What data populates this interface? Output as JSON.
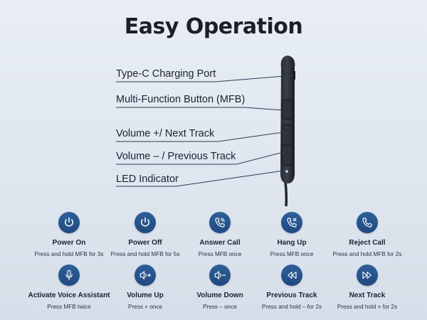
{
  "header": {
    "title": "Easy Operation"
  },
  "callouts": [
    {
      "label": "Type-C Charging Port"
    },
    {
      "label": "Multi-Function Button (MFB)"
    },
    {
      "label": "Volume +/ Next Track"
    },
    {
      "label": "Volume –  / Previous Track"
    },
    {
      "label": "LED Indicator"
    }
  ],
  "accent_color": "#24548c",
  "operations": [
    {
      "name": "Power On",
      "desc": "Press and hold MFB for 3s",
      "icon": "power-icon"
    },
    {
      "name": "Power Off",
      "desc": "Press and hold MFB for 5s",
      "icon": "power-icon"
    },
    {
      "name": "Answer Call",
      "desc": "Press MFB once",
      "icon": "phone-ringing-icon"
    },
    {
      "name": "Hang Up",
      "desc": "Press MFB once",
      "icon": "phone-x-icon"
    },
    {
      "name": "Reject Call",
      "desc": "Press and hold MFB for 2s",
      "icon": "phone-icon"
    },
    {
      "name": "Activate Voice Assistant",
      "desc": "Press MFB twice",
      "icon": "microphone-icon"
    },
    {
      "name": "Volume Up",
      "desc": "Press + once",
      "icon": "volume-up-icon"
    },
    {
      "name": "Volume Down",
      "desc": "Press – once",
      "icon": "volume-down-icon"
    },
    {
      "name": "Previous Track",
      "desc": "Press and hold – for 2s",
      "icon": "rewind-icon"
    },
    {
      "name": "Next Track",
      "desc": "Press and hold + for 2s",
      "icon": "fast-forward-icon"
    }
  ]
}
